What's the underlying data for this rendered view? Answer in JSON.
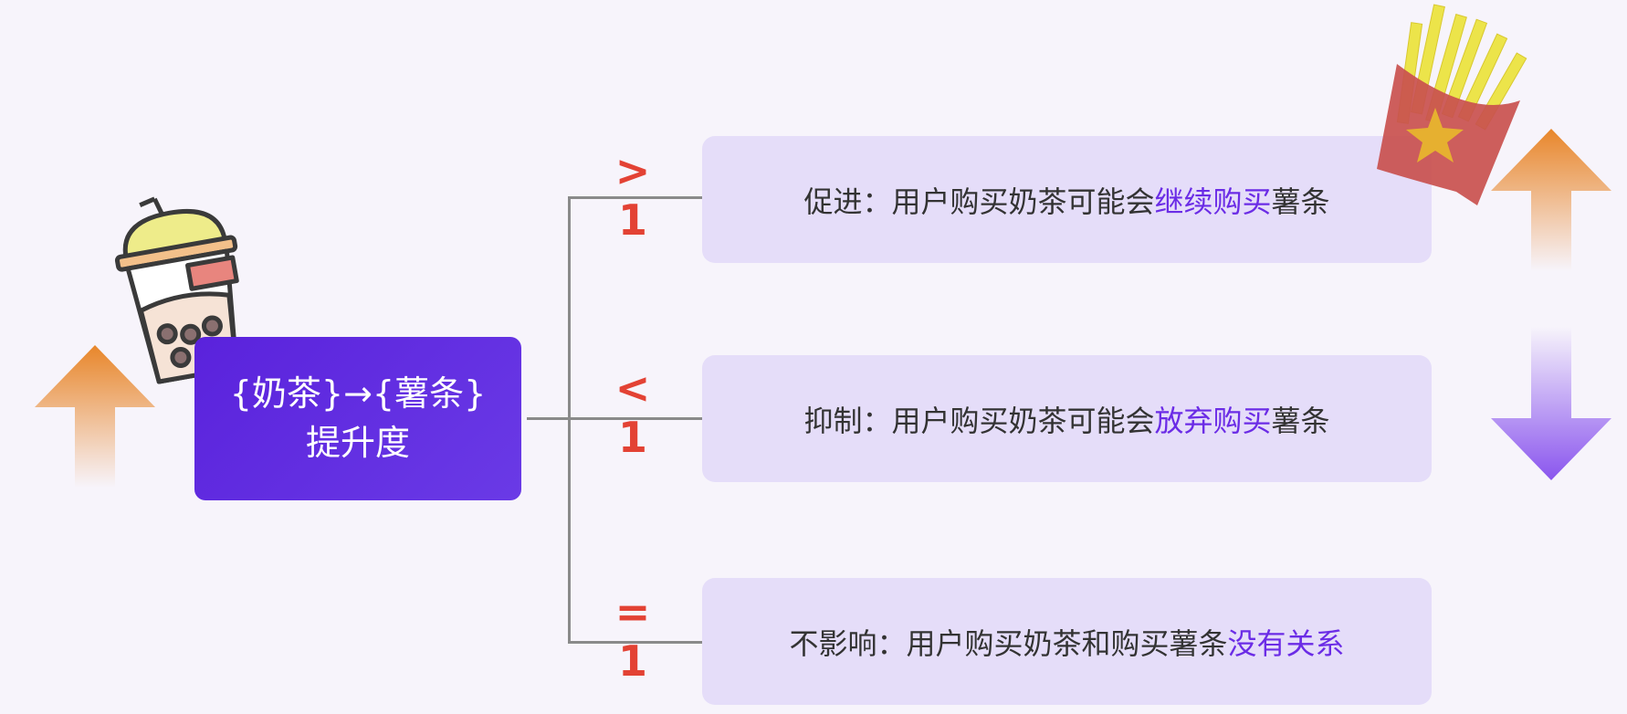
{
  "center": {
    "line1": "{奶茶}→{薯条}",
    "line2": "提升度"
  },
  "branches": [
    {
      "label": "> 1",
      "prefix": "促进：用户购买奶茶可能会",
      "highlight": "继续购买",
      "suffix": "薯条"
    },
    {
      "label": "< 1",
      "prefix": "抑制：用户购买奶茶可能会",
      "highlight": "放弃购买",
      "suffix": "薯条"
    },
    {
      "label": "= 1",
      "prefix": "不影响：用户购买奶茶和购买薯条",
      "highlight": "没有关系",
      "suffix": ""
    }
  ],
  "colors": {
    "accent": "#5a22dc",
    "highlight": "#6b2ce6",
    "label": "#e34234",
    "box": "#e5ddf9"
  }
}
